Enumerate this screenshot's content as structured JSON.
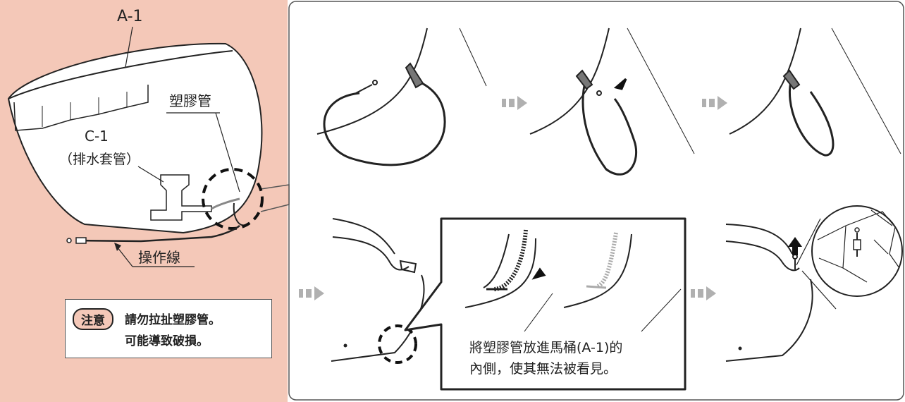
{
  "labels": {
    "part_a1": "A-1",
    "plastic_tube": "塑膠管",
    "part_c1": "C-1",
    "drain_sleeve": "（排水套管）",
    "operating_wire": "操作線"
  },
  "note": {
    "badge": "注意",
    "line1": "請勿拉扯塑膠管。",
    "line2": "可能導致破損。"
  },
  "callout": {
    "line1": "將塑膠管放進馬桶(A-1)的",
    "line2": "內側，使其無法被看見。"
  },
  "colors": {
    "left_panel_bg": "#f4c8b8",
    "outline": "#222222",
    "arrow": "#b0b0b0"
  }
}
